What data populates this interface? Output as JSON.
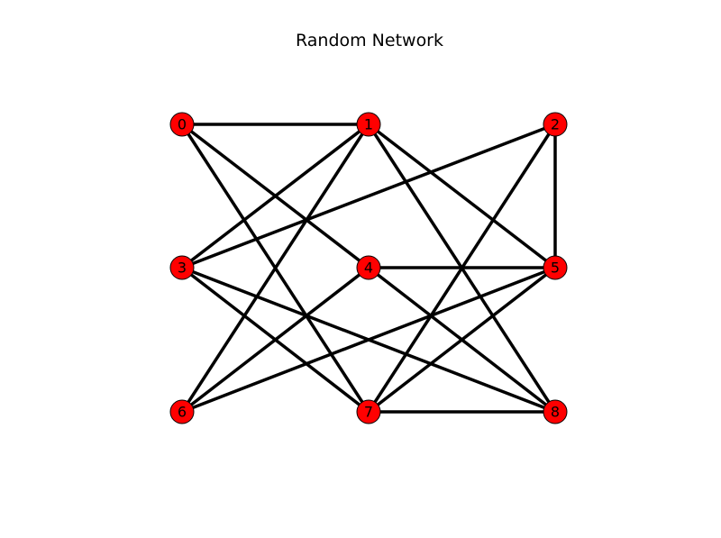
{
  "title": "Random Network",
  "colors": {
    "node_fill": "#ff0000",
    "node_stroke": "#000000",
    "edge": "#000000",
    "label": "#000000"
  },
  "nodes": [
    {
      "id": "0",
      "label": "0"
    },
    {
      "id": "1",
      "label": "1"
    },
    {
      "id": "2",
      "label": "2"
    },
    {
      "id": "3",
      "label": "3"
    },
    {
      "id": "4",
      "label": "4"
    },
    {
      "id": "5",
      "label": "5"
    },
    {
      "id": "6",
      "label": "6"
    },
    {
      "id": "7",
      "label": "7"
    },
    {
      "id": "8",
      "label": "8"
    }
  ],
  "edges": [
    [
      "0",
      "1"
    ],
    [
      "0",
      "4"
    ],
    [
      "0",
      "7"
    ],
    [
      "1",
      "3"
    ],
    [
      "1",
      "6"
    ],
    [
      "1",
      "5"
    ],
    [
      "1",
      "8"
    ],
    [
      "2",
      "3"
    ],
    [
      "2",
      "5"
    ],
    [
      "2",
      "7"
    ],
    [
      "3",
      "7"
    ],
    [
      "3",
      "8"
    ],
    [
      "4",
      "5"
    ],
    [
      "4",
      "6"
    ],
    [
      "4",
      "8"
    ],
    [
      "5",
      "6"
    ],
    [
      "5",
      "7"
    ],
    [
      "7",
      "8"
    ]
  ]
}
